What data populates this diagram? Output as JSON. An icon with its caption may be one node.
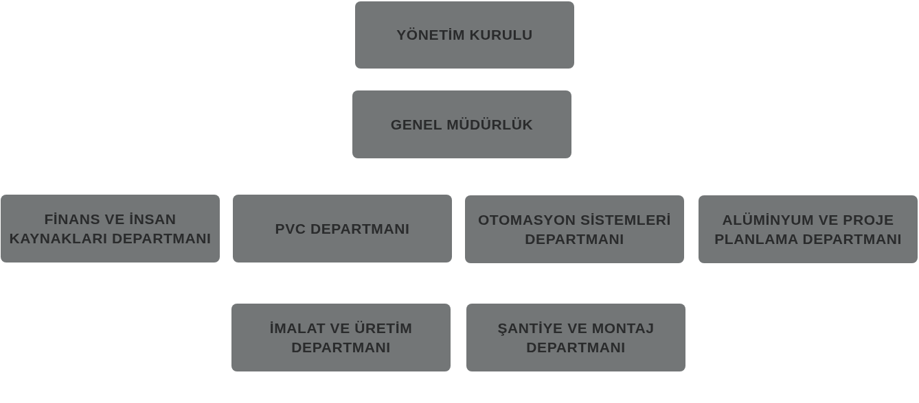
{
  "diagram": {
    "nodes": [
      {
        "text": [
          "YÖNETİM KURULU"
        ]
      },
      {
        "text": [
          "GENEL MÜDÜRLÜK"
        ]
      },
      {
        "text": [
          "FİNANS VE İNSAN KAYNAKLARI DEPARTMANI"
        ]
      },
      {
        "text": [
          "PVC DEPARTMANI"
        ]
      },
      {
        "text": [
          "OTOMASYON SİSTEMLERİ DEPARTMANI"
        ]
      },
      {
        "text": [
          "ALÜMİNYUM VE PROJE PLANLAMA DEPARTMANI"
        ]
      },
      {
        "text": [
          "İMALAT VE ÜRETİM DEPARTMANI"
        ]
      },
      {
        "text": [
          "ŞANTİYE VE MONTAJ DEPARTMANI"
        ]
      }
    ]
  }
}
